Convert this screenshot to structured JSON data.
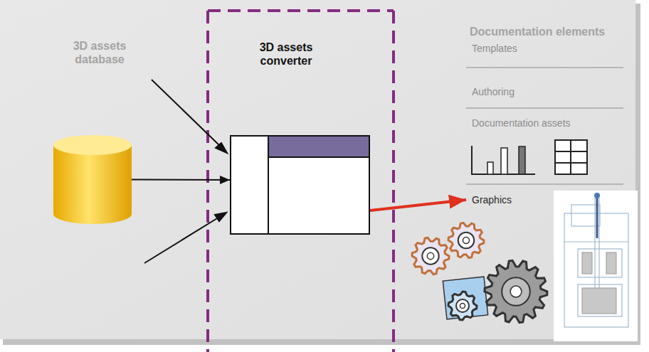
{
  "diagram": {
    "nodes": [
      {
        "text": [
          "3D assets database"
        ]
      },
      {
        "text": [
          "3D assets converter"
        ]
      },
      {
        "text": [
          "Graphics"
        ]
      }
    ],
    "edges": [
      {
        "from": 0,
        "to": 1,
        "arrow": "to"
      },
      {
        "from": 1,
        "to": 2,
        "arrow": "to"
      }
    ],
    "labels": [
      "Documentation elements",
      "Templates",
      "Authoring",
      "Documentation assets"
    ]
  }
}
